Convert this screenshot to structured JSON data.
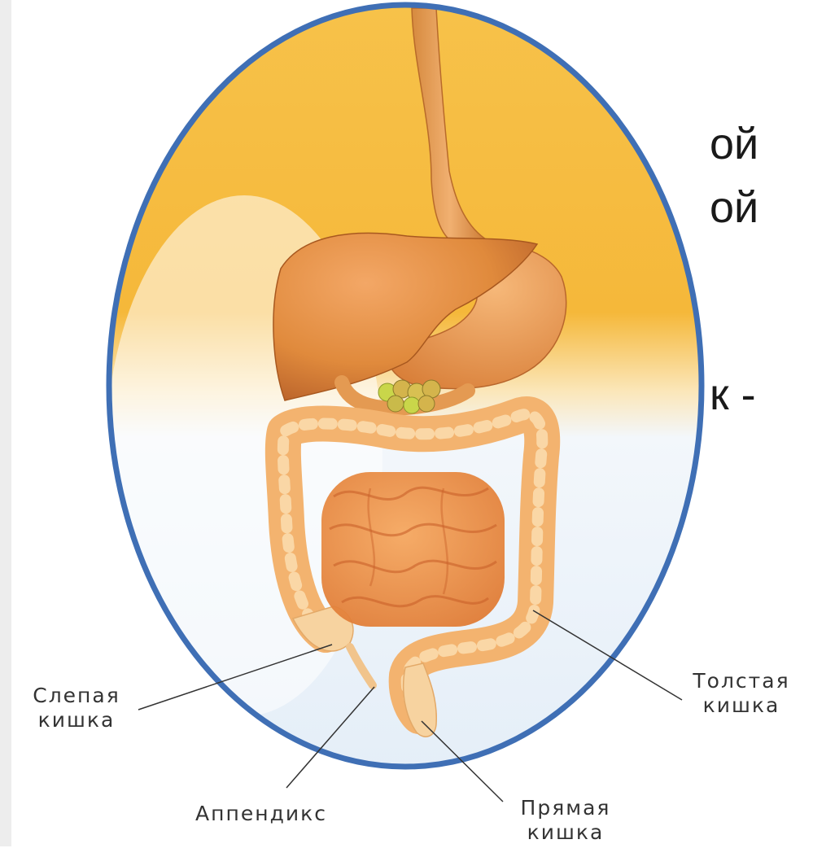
{
  "slide_text": {
    "line1": "ой",
    "line2": "ой",
    "line3": "к -"
  },
  "labels": {
    "cecum": {
      "line1": "Слепая",
      "line2": "кишка"
    },
    "colon": {
      "line1": "Толстая",
      "line2": "кишка"
    },
    "appendix": {
      "line1": "Аппендикс"
    },
    "rectum": {
      "line1": "Прямая",
      "line2": "кишка"
    }
  },
  "colors": {
    "frame_border": "#3f6fb5",
    "upper_background": "#f5b83a",
    "lower_background": "#e8f1f9",
    "liver": "#e08a3c",
    "intestine": "#f0a258",
    "gallbladder": "#c9d64a",
    "leader_line": "#333333"
  }
}
